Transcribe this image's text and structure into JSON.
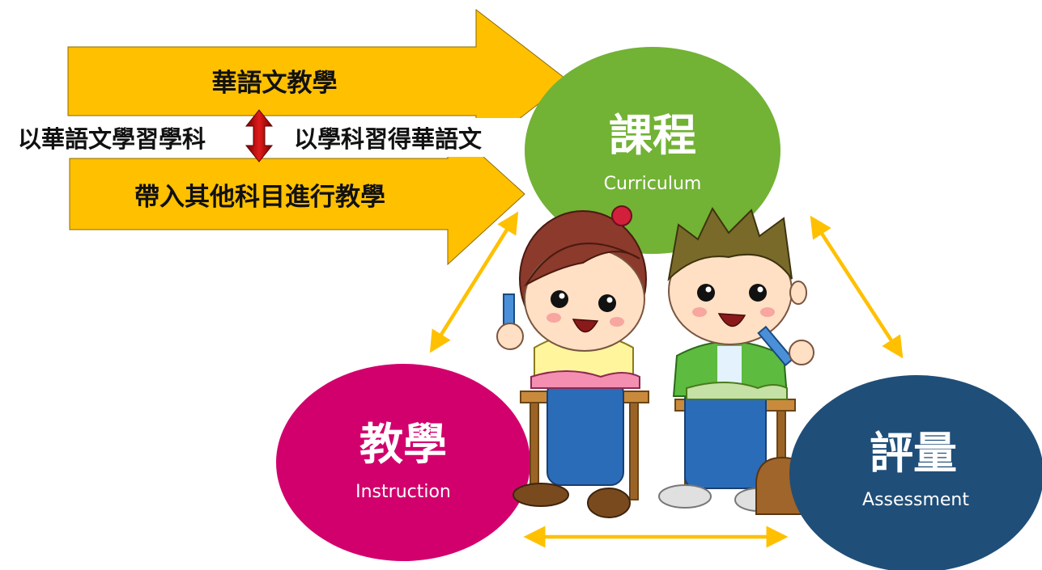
{
  "arrows": {
    "top_label": "華語文教學",
    "bottom_label": "帶入其他科目進行教學",
    "left_caption": "以華語文學習學科",
    "right_caption": "以學科習得華語文"
  },
  "circles": {
    "curriculum": {
      "title": "課程",
      "subtitle": "Curriculum",
      "color": "#72B235"
    },
    "instruction": {
      "title": "教學",
      "subtitle": "Instruction",
      "color": "#D2006D"
    },
    "assessment": {
      "title": "評量",
      "subtitle": "Assessment",
      "color": "#1F4E79"
    }
  },
  "colors": {
    "banner_arrow": "#FFC000",
    "connector_arrow": "#FFC000",
    "double_arrow": "#C00000"
  },
  "illustration": {
    "icon": "students-at-desks-illustration"
  }
}
